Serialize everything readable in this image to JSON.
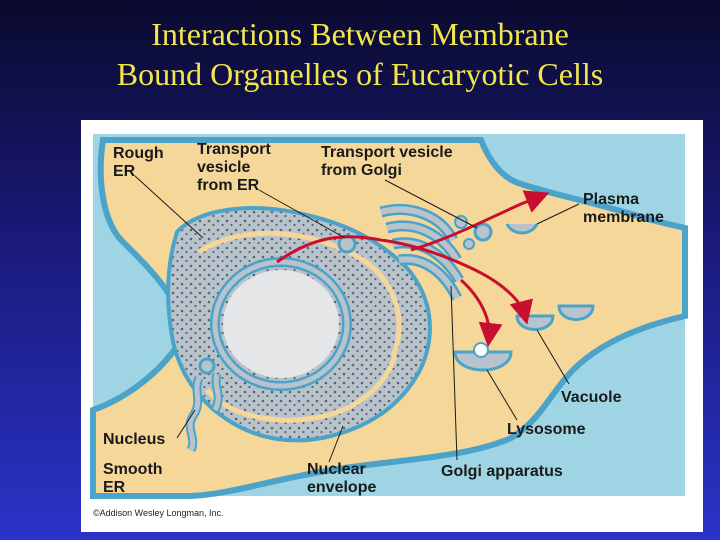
{
  "title": {
    "line1": "Interactions Between Membrane",
    "line2": "Bound Organelles of Eucaryotic Cells"
  },
  "labels": {
    "rough_er": [
      "Rough",
      "ER"
    ],
    "transport_vesicle_er": [
      "Transport",
      "vesicle",
      "from ER"
    ],
    "transport_vesicle_golgi": [
      "Transport vesicle",
      "from Golgi"
    ],
    "plasma_membrane": [
      "Plasma",
      "membrane"
    ],
    "vacuole": "Vacuole",
    "lysosome": "Lysosome",
    "golgi_apparatus": "Golgi apparatus",
    "nuclear_envelope": [
      "Nuclear",
      "envelope"
    ],
    "nucleus": "Nucleus",
    "smooth_er": [
      "Smooth",
      "ER"
    ]
  },
  "credit": "©Addison Wesley Longman, Inc.",
  "colors": {
    "cytoplasm": "#f6d79a",
    "extracellular": "#9fd4e4",
    "organelle_fill": "#b9c3cc",
    "organelle_edge": "#55aacc",
    "pathway_arrow": "#c8102e"
  }
}
